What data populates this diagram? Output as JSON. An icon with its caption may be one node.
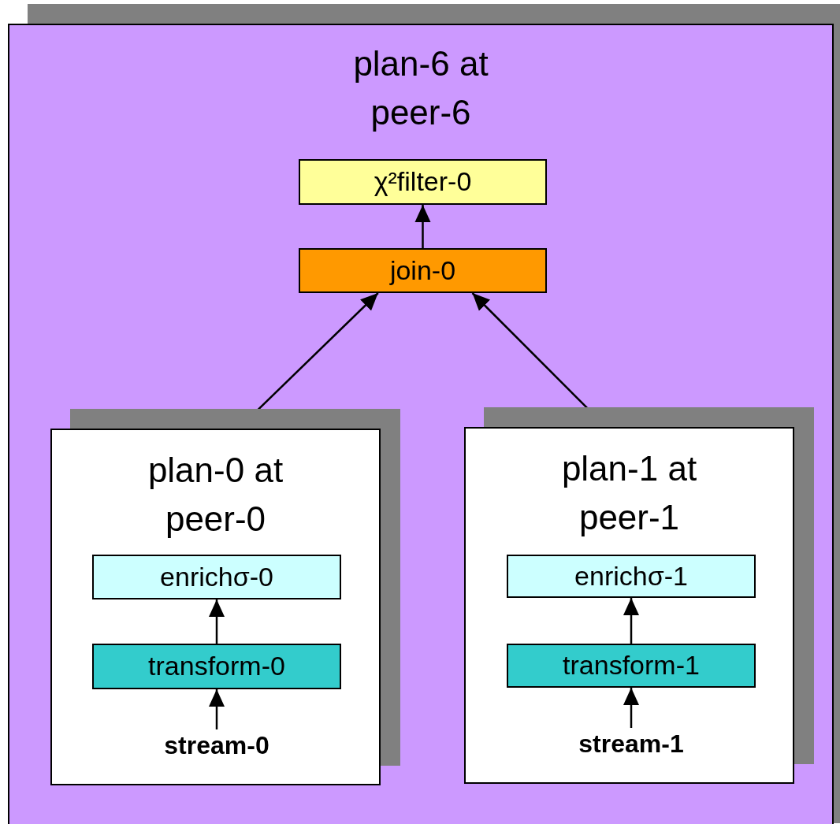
{
  "diagram": {
    "nodes": [
      {
        "text": [
          "plan-6 at peer-6"
        ]
      },
      {
        "text": [
          "χ²filter-0"
        ],
        "in": 0
      },
      {
        "text": [
          "join-0"
        ],
        "in": 0
      },
      {
        "text": [
          "plan-0 at peer-0"
        ],
        "in": 0
      },
      {
        "text": [
          "enrichσ-0"
        ],
        "in": 3
      },
      {
        "text": [
          "transform-0"
        ],
        "in": 3
      },
      {
        "text": [
          "stream-0"
        ],
        "in": 3
      },
      {
        "text": [
          "plan-1 at peer-1"
        ],
        "in": 0
      },
      {
        "text": [
          "enrichσ-1"
        ],
        "in": 7
      },
      {
        "text": [
          "transform-1"
        ],
        "in": 7
      },
      {
        "text": [
          "stream-1"
        ],
        "in": 7
      }
    ],
    "edges": [
      {
        "from": 2,
        "to": 1,
        "arrow": "to"
      },
      {
        "from": 3,
        "to": 2,
        "arrow": "to"
      },
      {
        "from": 7,
        "to": 2,
        "arrow": "to"
      },
      {
        "from": 5,
        "to": 4,
        "arrow": "to"
      },
      {
        "from": 6,
        "to": 5,
        "arrow": "to"
      },
      {
        "from": 9,
        "to": 8,
        "arrow": "to"
      },
      {
        "from": 10,
        "to": 9,
        "arrow": "to"
      }
    ]
  }
}
